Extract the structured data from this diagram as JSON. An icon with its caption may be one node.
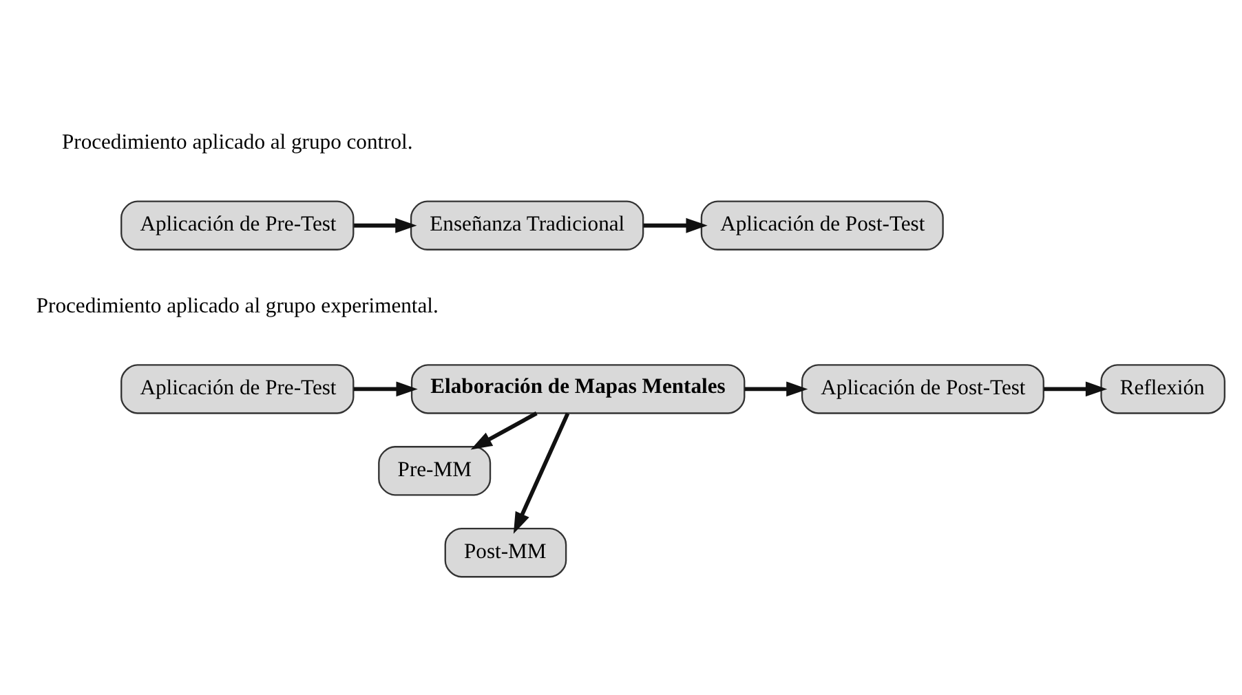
{
  "diagram": {
    "nodes": [
      {
        "text": [
          "Aplicación de Pre-Test"
        ]
      },
      {
        "text": [
          "Enseñanza Tradicional"
        ]
      },
      {
        "text": [
          "Aplicación de Post-Test"
        ]
      },
      {
        "text": [
          "Aplicación de Pre-Test"
        ]
      },
      {
        "text": [
          "Elaboración de Mapas Mentales"
        ]
      },
      {
        "text": [
          "Aplicación de Post-Test"
        ]
      },
      {
        "text": [
          "Reflexión"
        ]
      },
      {
        "text": [
          "Pre-MM"
        ]
      },
      {
        "text": [
          "Post-MM"
        ]
      }
    ],
    "edges": [
      {
        "from": 0,
        "to": 1,
        "arrow": "to"
      },
      {
        "from": 1,
        "to": 2,
        "arrow": "to"
      },
      {
        "from": 3,
        "to": 4,
        "arrow": "to"
      },
      {
        "from": 4,
        "to": 5,
        "arrow": "to"
      },
      {
        "from": 5,
        "to": 6,
        "arrow": "to"
      },
      {
        "from": 4,
        "to": 7,
        "arrow": "to"
      },
      {
        "from": 4,
        "to": 8,
        "arrow": "to"
      }
    ],
    "labels": [
      "Procedimiento aplicado al grupo control.",
      "Procedimiento aplicado al grupo experimental."
    ]
  }
}
